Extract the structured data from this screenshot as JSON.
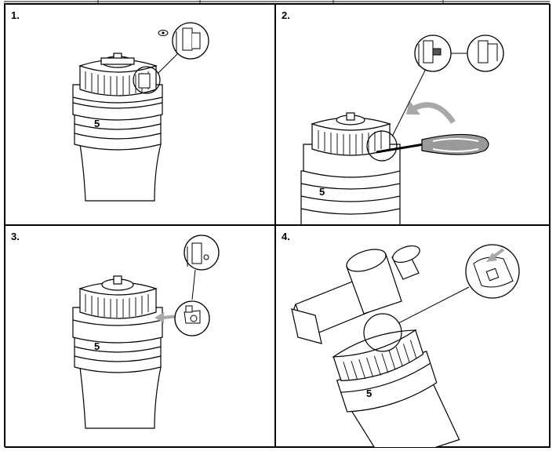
{
  "steps": [
    {
      "number": "1.",
      "dial_label": "5",
      "illustration": "thermostatic-head-locking-clip-inspection"
    },
    {
      "number": "2.",
      "dial_label": "5",
      "illustration": "screwdriver-pry-clip"
    },
    {
      "number": "3.",
      "dial_label": "5",
      "illustration": "clip-removed"
    },
    {
      "number": "4.",
      "dial_label": "5",
      "illustration": "head-mounted-on-valve"
    }
  ],
  "colors": {
    "line": "#000000",
    "arrow": "#a8a8a8",
    "fill": "#ffffff",
    "handle": "#9a9a9a"
  }
}
